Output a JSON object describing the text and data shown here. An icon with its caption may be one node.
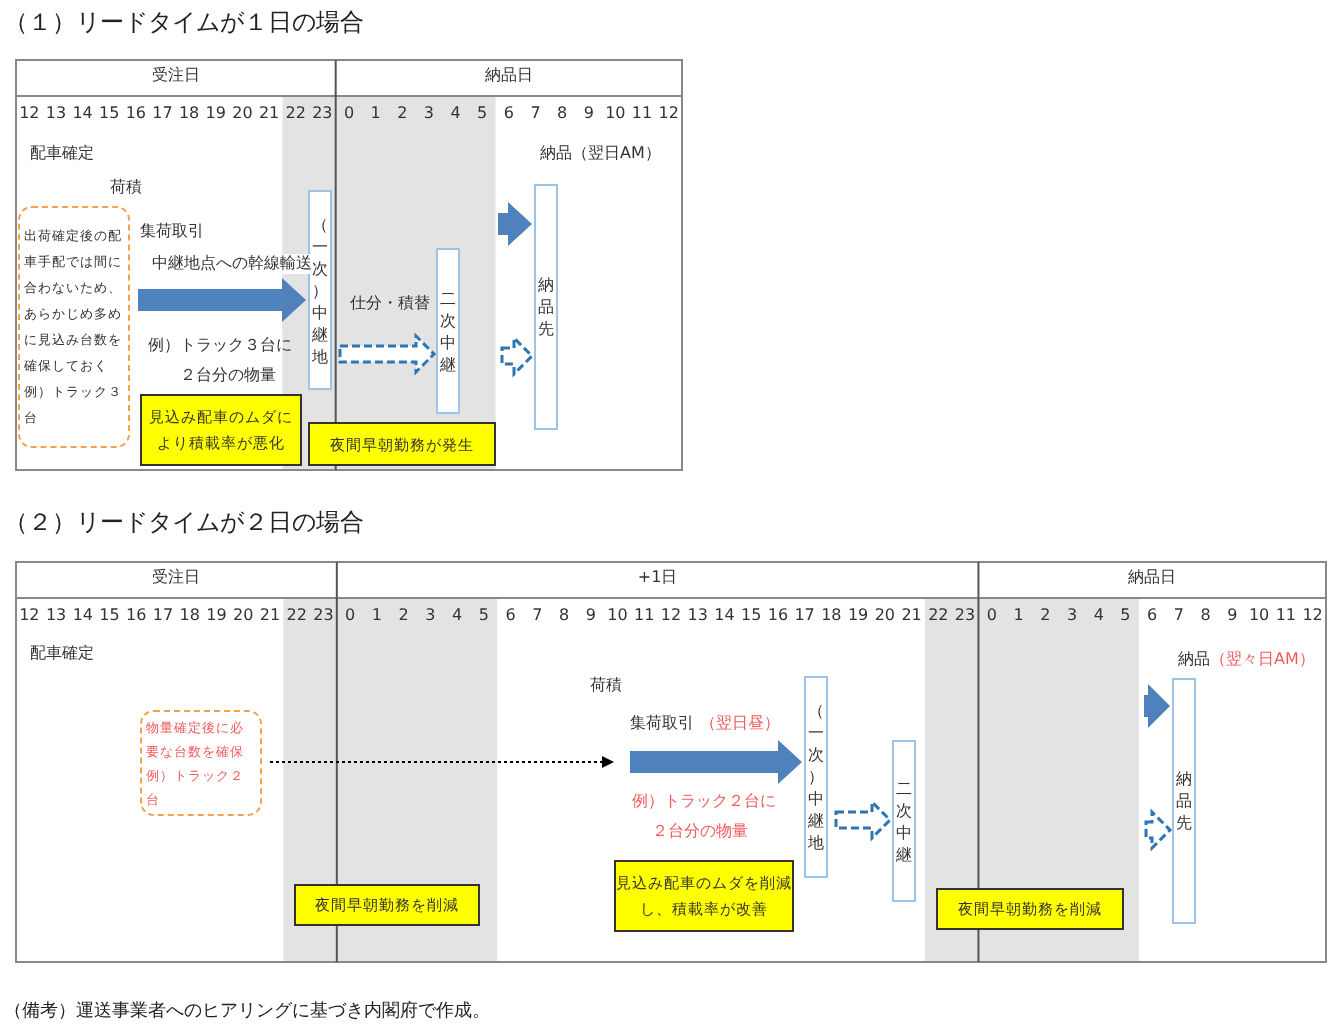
{
  "diagram": {
    "caption": "（備考）運送事業者へのヒアリングに基づき内閣府で作成。",
    "nodes": [
      {
        "text": [
          "出荷確定後の配車手配では間に合わないため、あらかじめ多めに見込み台数を確保しておく",
          "例）トラック３台"
        ]
      },
      {
        "text": [
          "（一次）中継地"
        ]
      },
      {
        "text": [
          "二次中継"
        ]
      },
      {
        "text": [
          "納品先"
        ]
      },
      {
        "text": [
          "見込み配車のムダにより積載率が悪化"
        ]
      },
      {
        "text": [
          "夜間早朝勤務が発生"
        ]
      },
      {
        "text": [
          "物量確定後に必要な台数を確保",
          "例）トラック２台"
        ]
      },
      {
        "text": [
          "（一次）中継地"
        ]
      },
      {
        "text": [
          "二次中継"
        ]
      },
      {
        "text": [
          "納品先"
        ]
      },
      {
        "text": [
          "夜間早朝勤務を削減"
        ]
      },
      {
        "text": [
          "見込み配車のムダを削減し、積載率が改善"
        ]
      },
      {
        "text": [
          "夜間早朝勤務を削減"
        ]
      }
    ],
    "edges": [
      {
        "from": 0,
        "to": 1,
        "arrow": "to",
        "style": "thick",
        "label": "中継地点への幹線輸送"
      },
      {
        "from": 1,
        "to": 2,
        "arrow": "to",
        "style": "dashed",
        "label": "仕分・積替"
      },
      {
        "from": null,
        "to": 3,
        "arrow": "to",
        "style": "thick"
      },
      {
        "from": null,
        "to": 3,
        "arrow": "to",
        "style": "dashed"
      },
      {
        "from": 6,
        "to": null,
        "arrow": "to",
        "style": "dashed",
        "color": "#000000"
      },
      {
        "from": null,
        "to": 7,
        "arrow": "to",
        "style": "thick"
      },
      {
        "from": 7,
        "to": 8,
        "arrow": "to",
        "style": "dashed"
      },
      {
        "from": null,
        "to": 9,
        "arrow": "to",
        "style": "thick"
      },
      {
        "from": null,
        "to": 9,
        "arrow": "to",
        "style": "dashed"
      }
    ],
    "labels": [
      "（１）リードタイムが１日の場合",
      "受注日",
      "納品日",
      "12",
      "13",
      "14",
      "15",
      "16",
      "17",
      "18",
      "19",
      "20",
      "21",
      "22",
      "23",
      "0",
      "1",
      "2",
      "3",
      "4",
      "5",
      "6",
      "7",
      "8",
      "9",
      "10",
      "11",
      "12",
      "配車確定",
      "納品（翌日AM）",
      "荷積",
      "集荷取引",
      "例）トラック３台に",
      "２台分の物量",
      "（２）リードタイムが２日の場合",
      "受注日",
      "+1日",
      "納品日",
      "12",
      "13",
      "14",
      "15",
      "16",
      "17",
      "18",
      "19",
      "20",
      "21",
      "22",
      "23",
      "0",
      "1",
      "2",
      "3",
      "4",
      "5",
      "6",
      "7",
      "8",
      "9",
      "10",
      "11",
      "12",
      "13",
      "14",
      "15",
      "16",
      "17",
      "18",
      "19",
      "20",
      "21",
      "22",
      "23",
      "0",
      "1",
      "2",
      "3",
      "4",
      "5",
      "6",
      "7",
      "8",
      "9",
      "10",
      "11",
      "12",
      "配車確定",
      "納品",
      "（翌々日AM）",
      "荷積",
      "集荷取引",
      "（翌日昼）",
      "例）トラック２台に",
      "２台分の物量"
    ]
  }
}
